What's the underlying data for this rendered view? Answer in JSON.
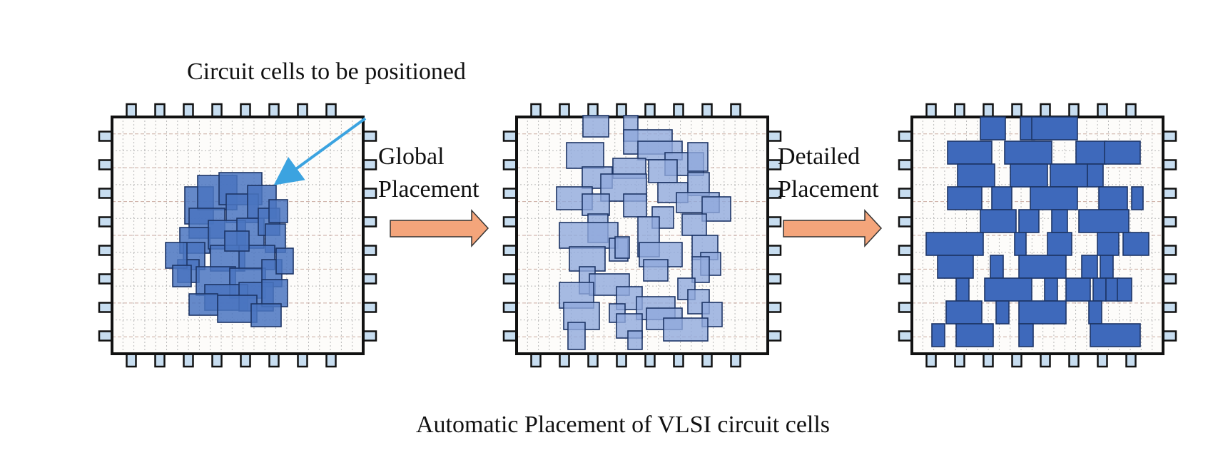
{
  "labels": {
    "annotation": "Circuit cells to be positioned",
    "step1_line1": "Global",
    "step1_line2": "Placement",
    "step2_line1": "Detailed",
    "step2_line2": "Placement",
    "caption": "Automatic Placement of VLSI circuit cells"
  },
  "colors": {
    "chip_border": "#111111",
    "chip_fill": "#fdfcfa",
    "grid_dashed": "#c9a9a0",
    "grid_dotted": "#b8b8b8",
    "pin_fill": "#c7ddf0",
    "cell_clustered": "#4a74c0",
    "cell_global": "#90a9dc",
    "cell_detailed": "#3e69bb",
    "cell_stroke": "#1d3566",
    "arrow_fill": "#f4a57b",
    "arrow_stroke": "#333333",
    "pointer_line": "#3ba3e0"
  },
  "panels": [
    {
      "name": "chip-initial",
      "stage": "clustered cells"
    },
    {
      "name": "chip-global",
      "stage": "global placement"
    },
    {
      "name": "chip-detailed",
      "stage": "detailed placement"
    }
  ]
}
